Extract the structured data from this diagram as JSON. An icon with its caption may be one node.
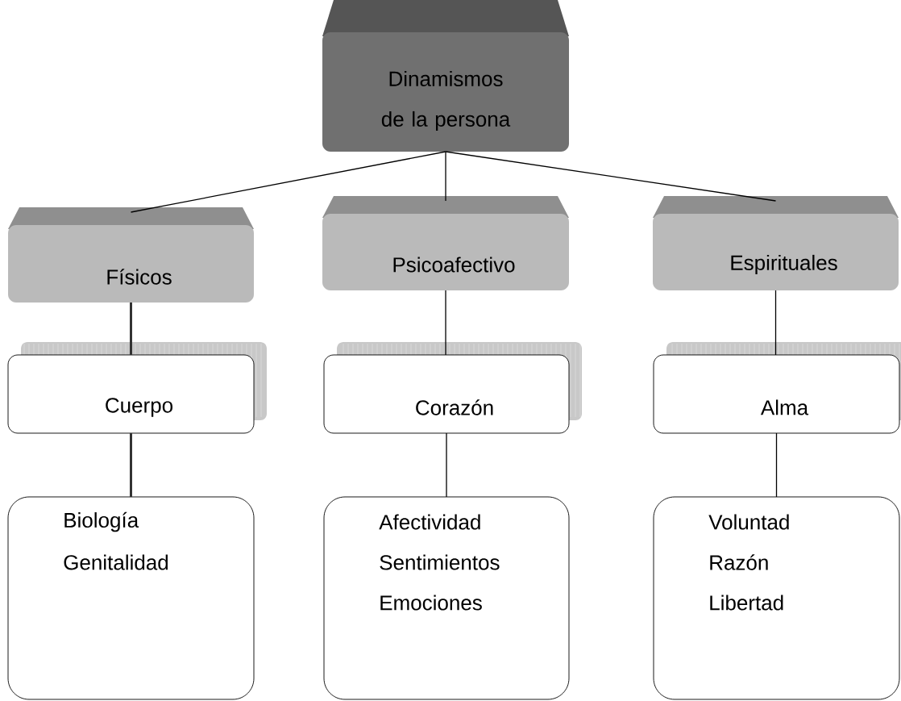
{
  "diagram": {
    "nodes": [
      {
        "text": [
          "Dinamismos de la persona"
        ]
      },
      {
        "text": [
          "Físicos"
        ]
      },
      {
        "text": [
          "Psicoafectivo"
        ]
      },
      {
        "text": [
          "Espirituales"
        ]
      },
      {
        "text": [
          "Cuerpo"
        ]
      },
      {
        "text": [
          "Corazón"
        ]
      },
      {
        "text": [
          "Alma"
        ]
      },
      {
        "text": [
          "Biología",
          "Genitalidad"
        ]
      },
      {
        "text": [
          "Afectividad",
          "Sentimientos",
          "Emociones"
        ]
      },
      {
        "text": [
          "Voluntad",
          "Razón",
          "Libertad"
        ]
      }
    ],
    "edges": [
      {
        "from": 0,
        "to": 1,
        "arrow": "none"
      },
      {
        "from": 0,
        "to": 2,
        "arrow": "none"
      },
      {
        "from": 0,
        "to": 3,
        "arrow": "none"
      },
      {
        "from": 1,
        "to": 4,
        "arrow": "none",
        "style": "thick",
        "color": "#333333"
      },
      {
        "from": 2,
        "to": 5,
        "arrow": "none"
      },
      {
        "from": 3,
        "to": 6,
        "arrow": "none"
      },
      {
        "from": 4,
        "to": 7,
        "arrow": "none",
        "style": "thick",
        "color": "#333333"
      },
      {
        "from": 5,
        "to": 8,
        "arrow": "none"
      },
      {
        "from": 6,
        "to": 9,
        "arrow": "none"
      }
    ]
  }
}
